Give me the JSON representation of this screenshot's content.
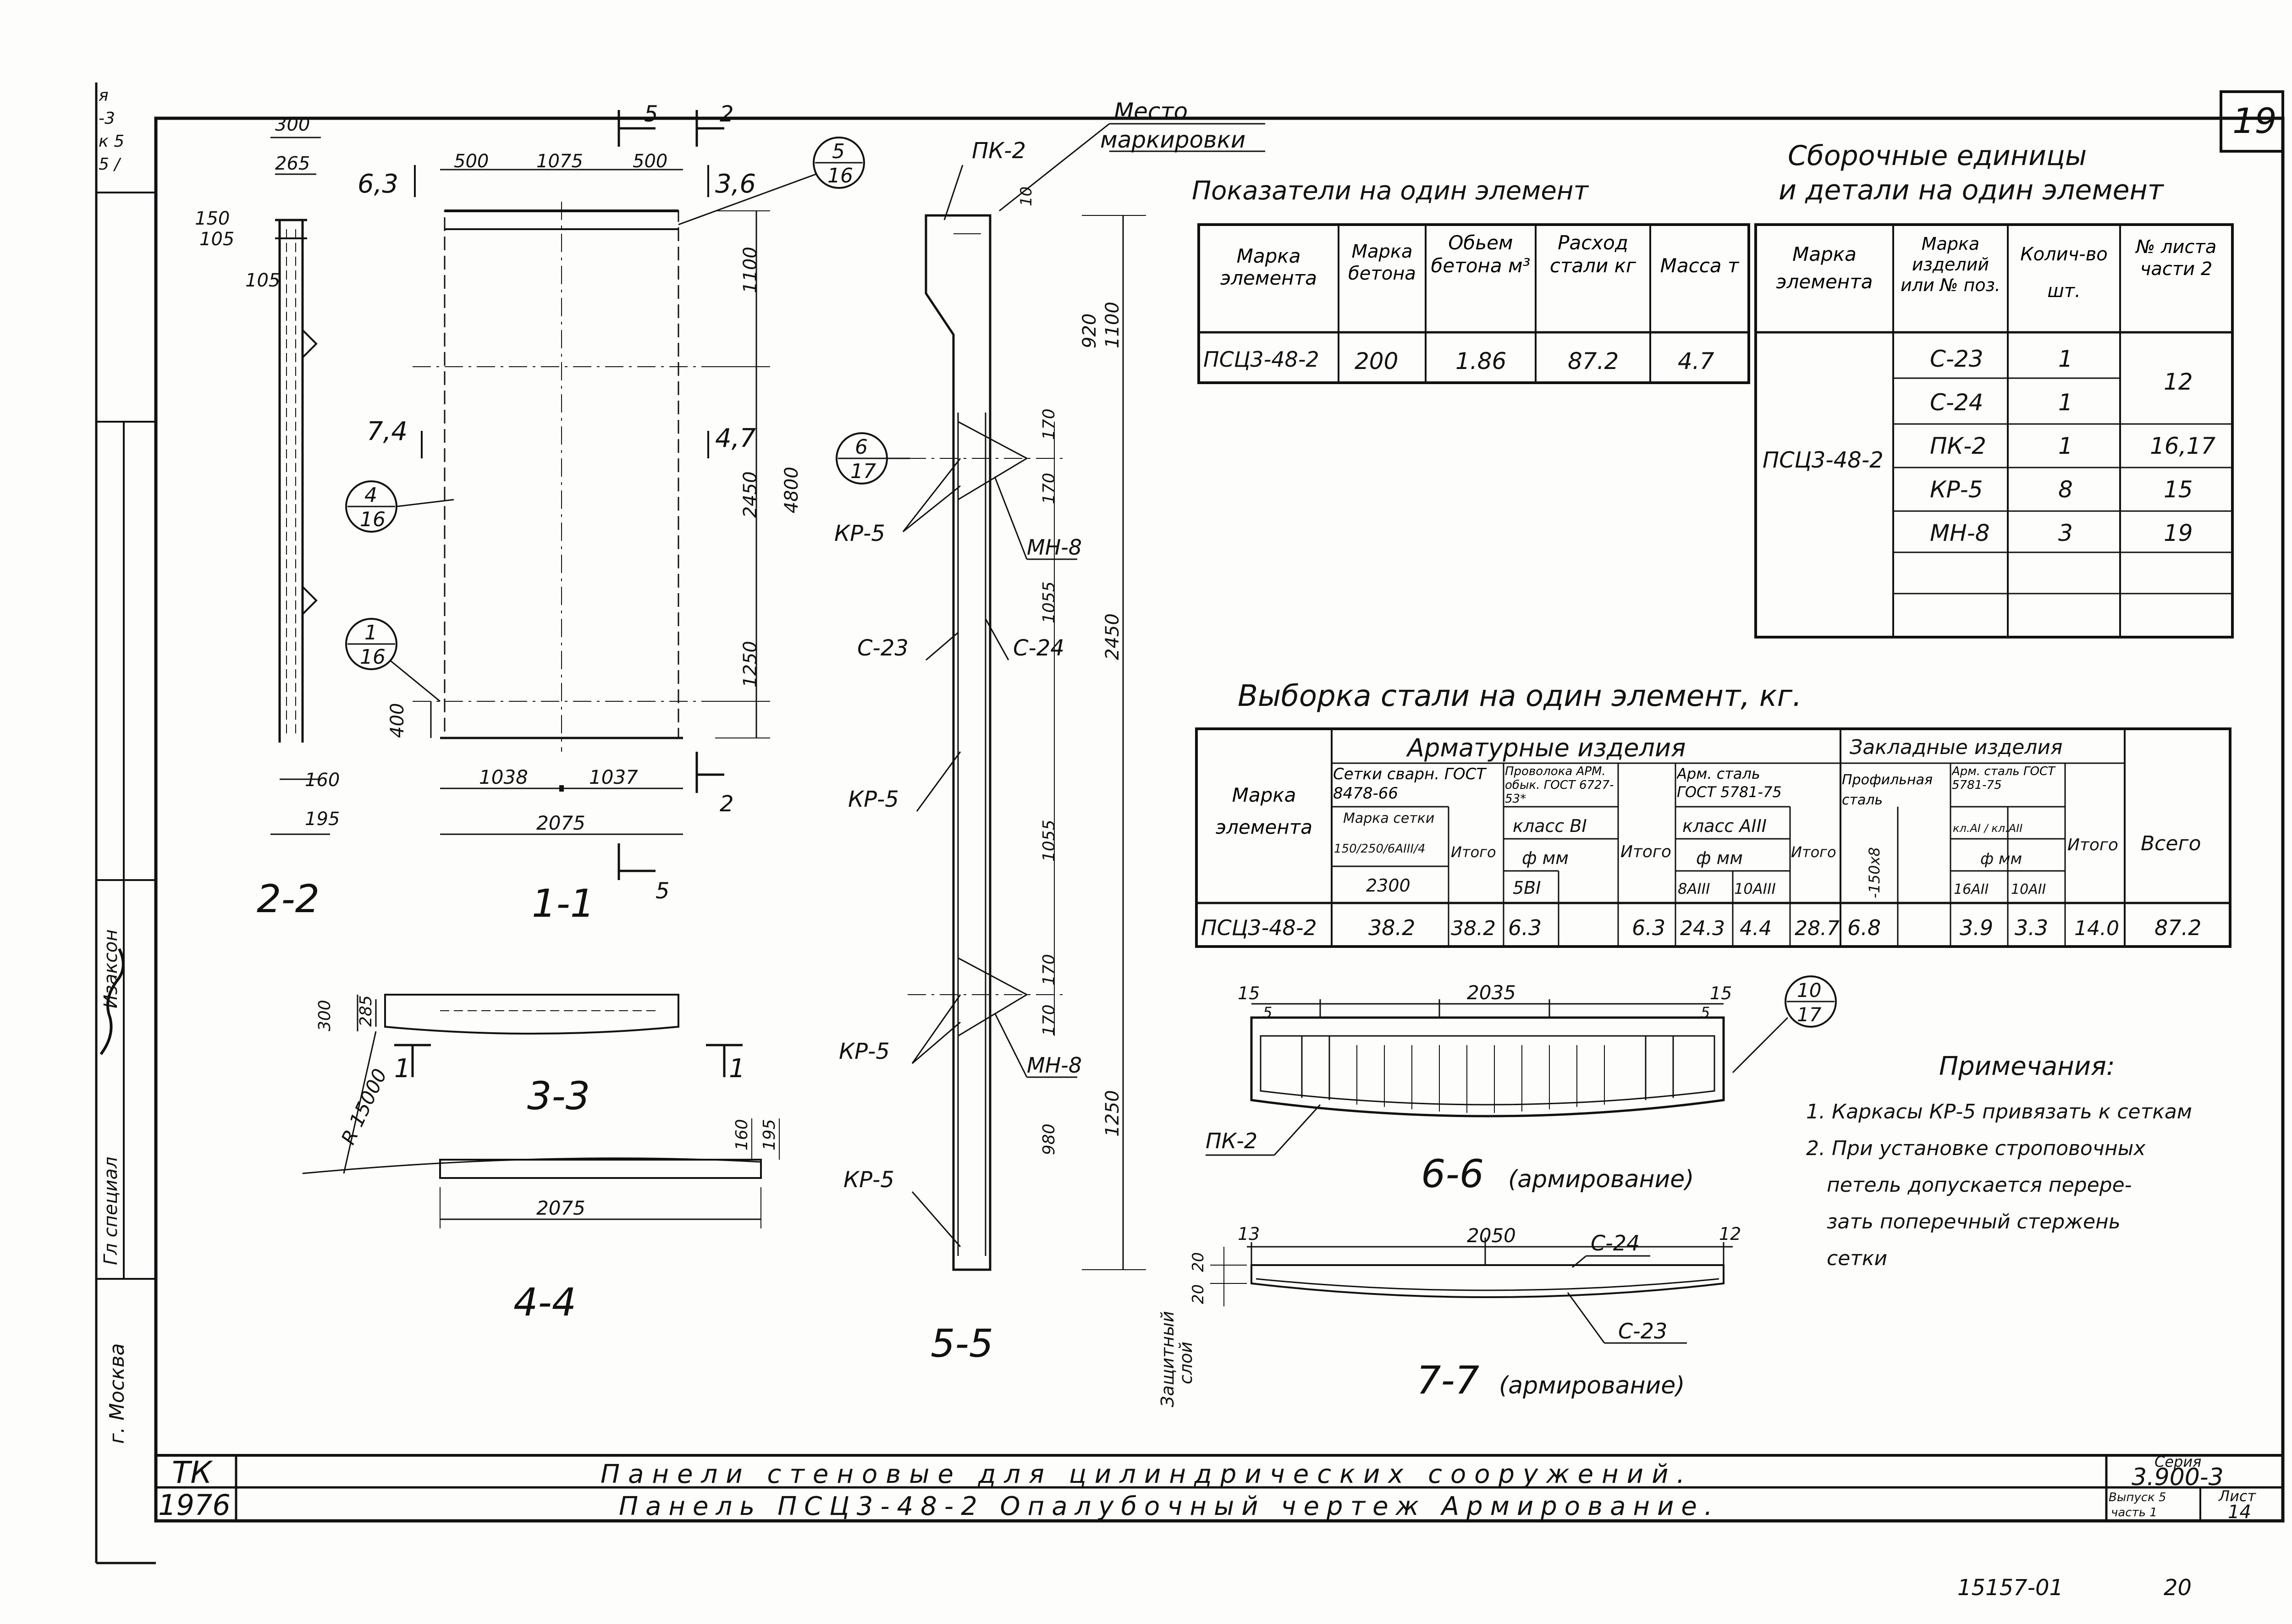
{
  "sheet_number": "19",
  "page_bottom_left": "15157-01",
  "page_bottom_right": "20",
  "left_strip": {
    "margin_top_lines": [
      "я",
      "-3",
      "к 5",
      "5 /"
    ],
    "role_labels": [
      "Гл специал",
      "Изаксон"
    ],
    "city": "г. Москва"
  },
  "specs_table": {
    "title": "Показатели на один элемент",
    "headers": [
      "Марка элемента",
      "Марка бетона",
      "Обьем бетона м³",
      "Расход стали кг",
      "Масса т"
    ],
    "row": [
      "ПСЦ3-48-2",
      "200",
      "1.86",
      "87.2",
      "4.7"
    ]
  },
  "assembly_table": {
    "title_line1": "Сборочные единицы",
    "title_line2": "и детали на один элемент",
    "headers": [
      "Марка элемента",
      "Марка изделий или № поз.",
      "Колич-во шт.",
      "№ листа части 2"
    ],
    "element": "ПСЦ3-48-2",
    "rows": [
      {
        "item": "С-23",
        "qty": "1",
        "sheet": "12"
      },
      {
        "item": "С-24",
        "qty": "1",
        "sheet": ""
      },
      {
        "item": "ПК-2",
        "qty": "1",
        "sheet": "16,17"
      },
      {
        "item": "КР-5",
        "qty": "8",
        "sheet": "15"
      },
      {
        "item": "МН-8",
        "qty": "3",
        "sheet": "19"
      },
      {
        "item": "",
        "qty": "",
        "sheet": ""
      },
      {
        "item": "",
        "qty": "",
        "sheet": ""
      }
    ]
  },
  "steel_table": {
    "title": "Выборка стали на один элемент, кг.",
    "h_mark": "Марка элемента",
    "h_arm": "Арматурные изделия",
    "h_embed": "Закладные изделия",
    "h_total": "Всего",
    "h_itogo": "Итого",
    "h_mesh": "Сетки сварн. ГОСТ 8478-66",
    "h_mesh_mark": "Марка сетки",
    "h_mesh_sub": "150/250/6AIII/4",
    "h_mesh_val": "2300",
    "h_wire": "Проволока АРМ. обык. ГОСТ 6727-53*",
    "h_wire_class": "класс ВI",
    "h_diam": "ф мм",
    "h_wire_d": "5ВI",
    "h_rebar": "Арм. сталь ГОСТ 5781-75",
    "h_rebar_class": "класс AIII",
    "h_rebar_d1": "8AIII",
    "h_rebar_d2": "10AIII",
    "h_prof": "Профильная сталь",
    "h_prof_sub": "-150x8",
    "h_emb_arm": "Арм. сталь ГОСТ 5781-75",
    "h_emb_class": "кл.AI / кл.AII",
    "h_emb_d1": "16AII",
    "h_emb_d2": "10AII",
    "row": [
      "ПСЦ3-48-2",
      "38.2",
      "38.2",
      "6.3",
      "",
      "6.3",
      "24.3",
      "4.4",
      "28.7",
      "6.8",
      "",
      "3.9",
      "3.3",
      "14.0",
      "87.2"
    ]
  },
  "drawing_labels": {
    "section_22": "2-2",
    "section_11": "1-1",
    "section_33": "3-3",
    "section_44": "4-4",
    "section_55": "5-5",
    "section_66": "6-6",
    "section_66_note": "(армирование)",
    "section_77": "7-7",
    "section_77_note": "(армирование)",
    "marking_place_1": "Место",
    "marking_place_2": "маркировки",
    "protective_layer_1": "Защитный",
    "protective_layer_2": "слой",
    "radius": "R 15000",
    "cut_1": "1",
    "cut_2": "2",
    "cut_5": "5",
    "callouts": [
      {
        "top": "5",
        "bottom": "16"
      },
      {
        "top": "4",
        "bottom": "16"
      },
      {
        "top": "1",
        "bottom": "16"
      },
      {
        "top": "6",
        "bottom": "17"
      },
      {
        "top": "10",
        "bottom": "17"
      }
    ],
    "parts": {
      "pk2": "ПК-2",
      "kr5": "КР-5",
      "c23": "С-23",
      "c24": "С-24",
      "mn8": "МН-8"
    },
    "dims": {
      "d300": "300",
      "d265": "265",
      "d150": "150",
      "d105": "105",
      "d160": "160",
      "d195": "195",
      "d500": "500",
      "d1075": "1075",
      "d1100": "1100",
      "d2450": "2450",
      "d4800": "4800",
      "d1250": "1250",
      "d400": "400",
      "d1038": "1038",
      "d1037": "1037",
      "d2075": "2075",
      "d63": "6,3",
      "d36": "3,6",
      "d74": "7,4",
      "d47": "4,7",
      "d285": "285",
      "d920": "920",
      "d170": "170",
      "d1055": "1055",
      "d980": "980",
      "d10": "10",
      "d2035": "2035",
      "d15": "15",
      "d5": "5",
      "d2050": "2050",
      "d13": "13",
      "d12": "12",
      "d20": "20"
    }
  },
  "notes": {
    "title": "Примечания:",
    "items": [
      "1. Каркасы КР-5 привязать к сеткам",
      "2. При установке строповочных",
      "петель допускается перере-",
      "зать поперечный стержень",
      "сетки"
    ]
  },
  "title_block": {
    "org": "ТК",
    "year": "1976",
    "title1": "Панели стеновые для цилиндрических сооружений.",
    "title2": "Панель ПСЦ3-48-2 Опалубочный чертеж Армирование.",
    "series_label": "Серия",
    "series": "3.900-3",
    "issue_label": "Выпуск 5",
    "part_label": "часть 1",
    "sheet_label": "Лист",
    "sheet": "14"
  }
}
